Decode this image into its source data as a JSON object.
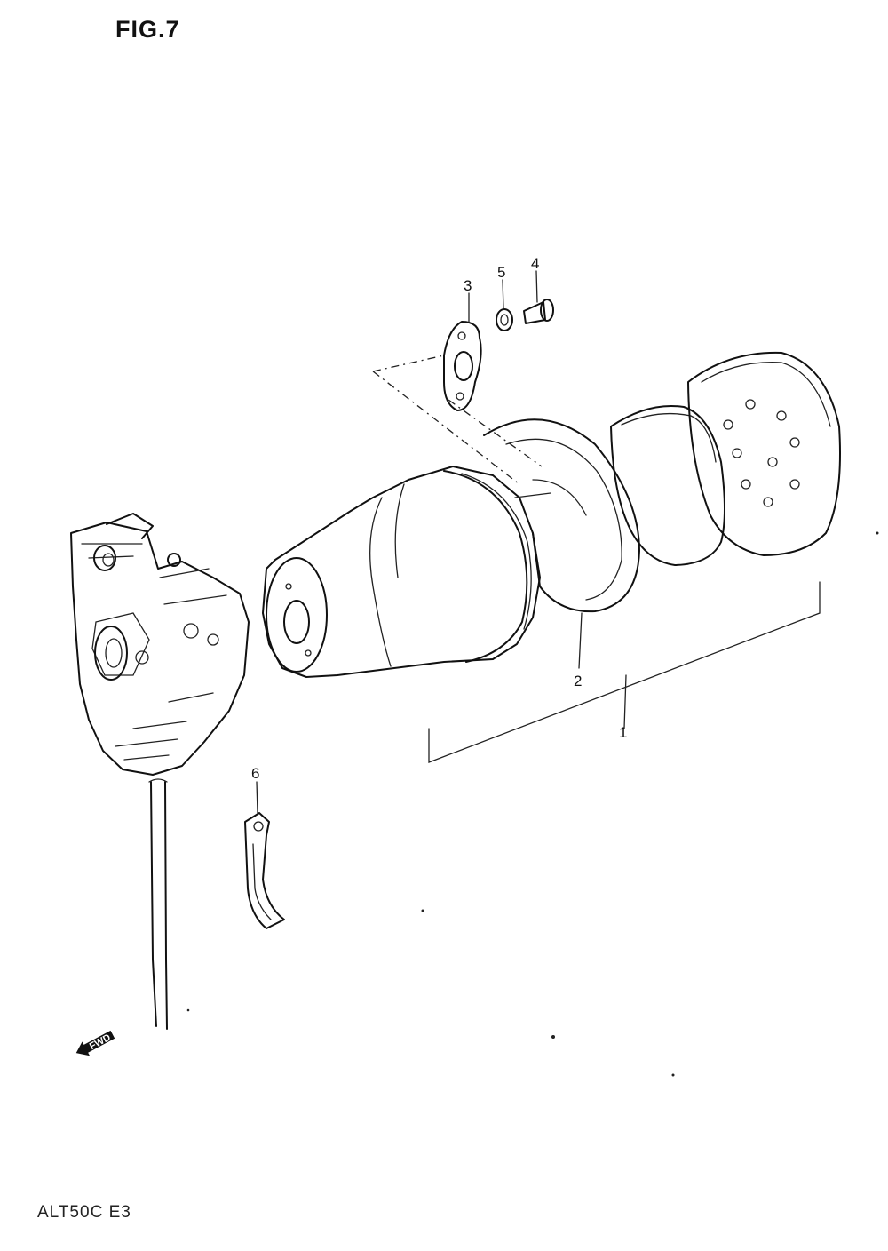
{
  "figure_title": "FIG.7",
  "model_code": "ALT50C E3",
  "forward_marker": "FWD",
  "callouts": [
    {
      "id": "1",
      "label": "1"
    },
    {
      "id": "2",
      "label": "2"
    },
    {
      "id": "3",
      "label": "3"
    },
    {
      "id": "4",
      "label": "4"
    },
    {
      "id": "5",
      "label": "5"
    },
    {
      "id": "6",
      "label": "6"
    }
  ]
}
